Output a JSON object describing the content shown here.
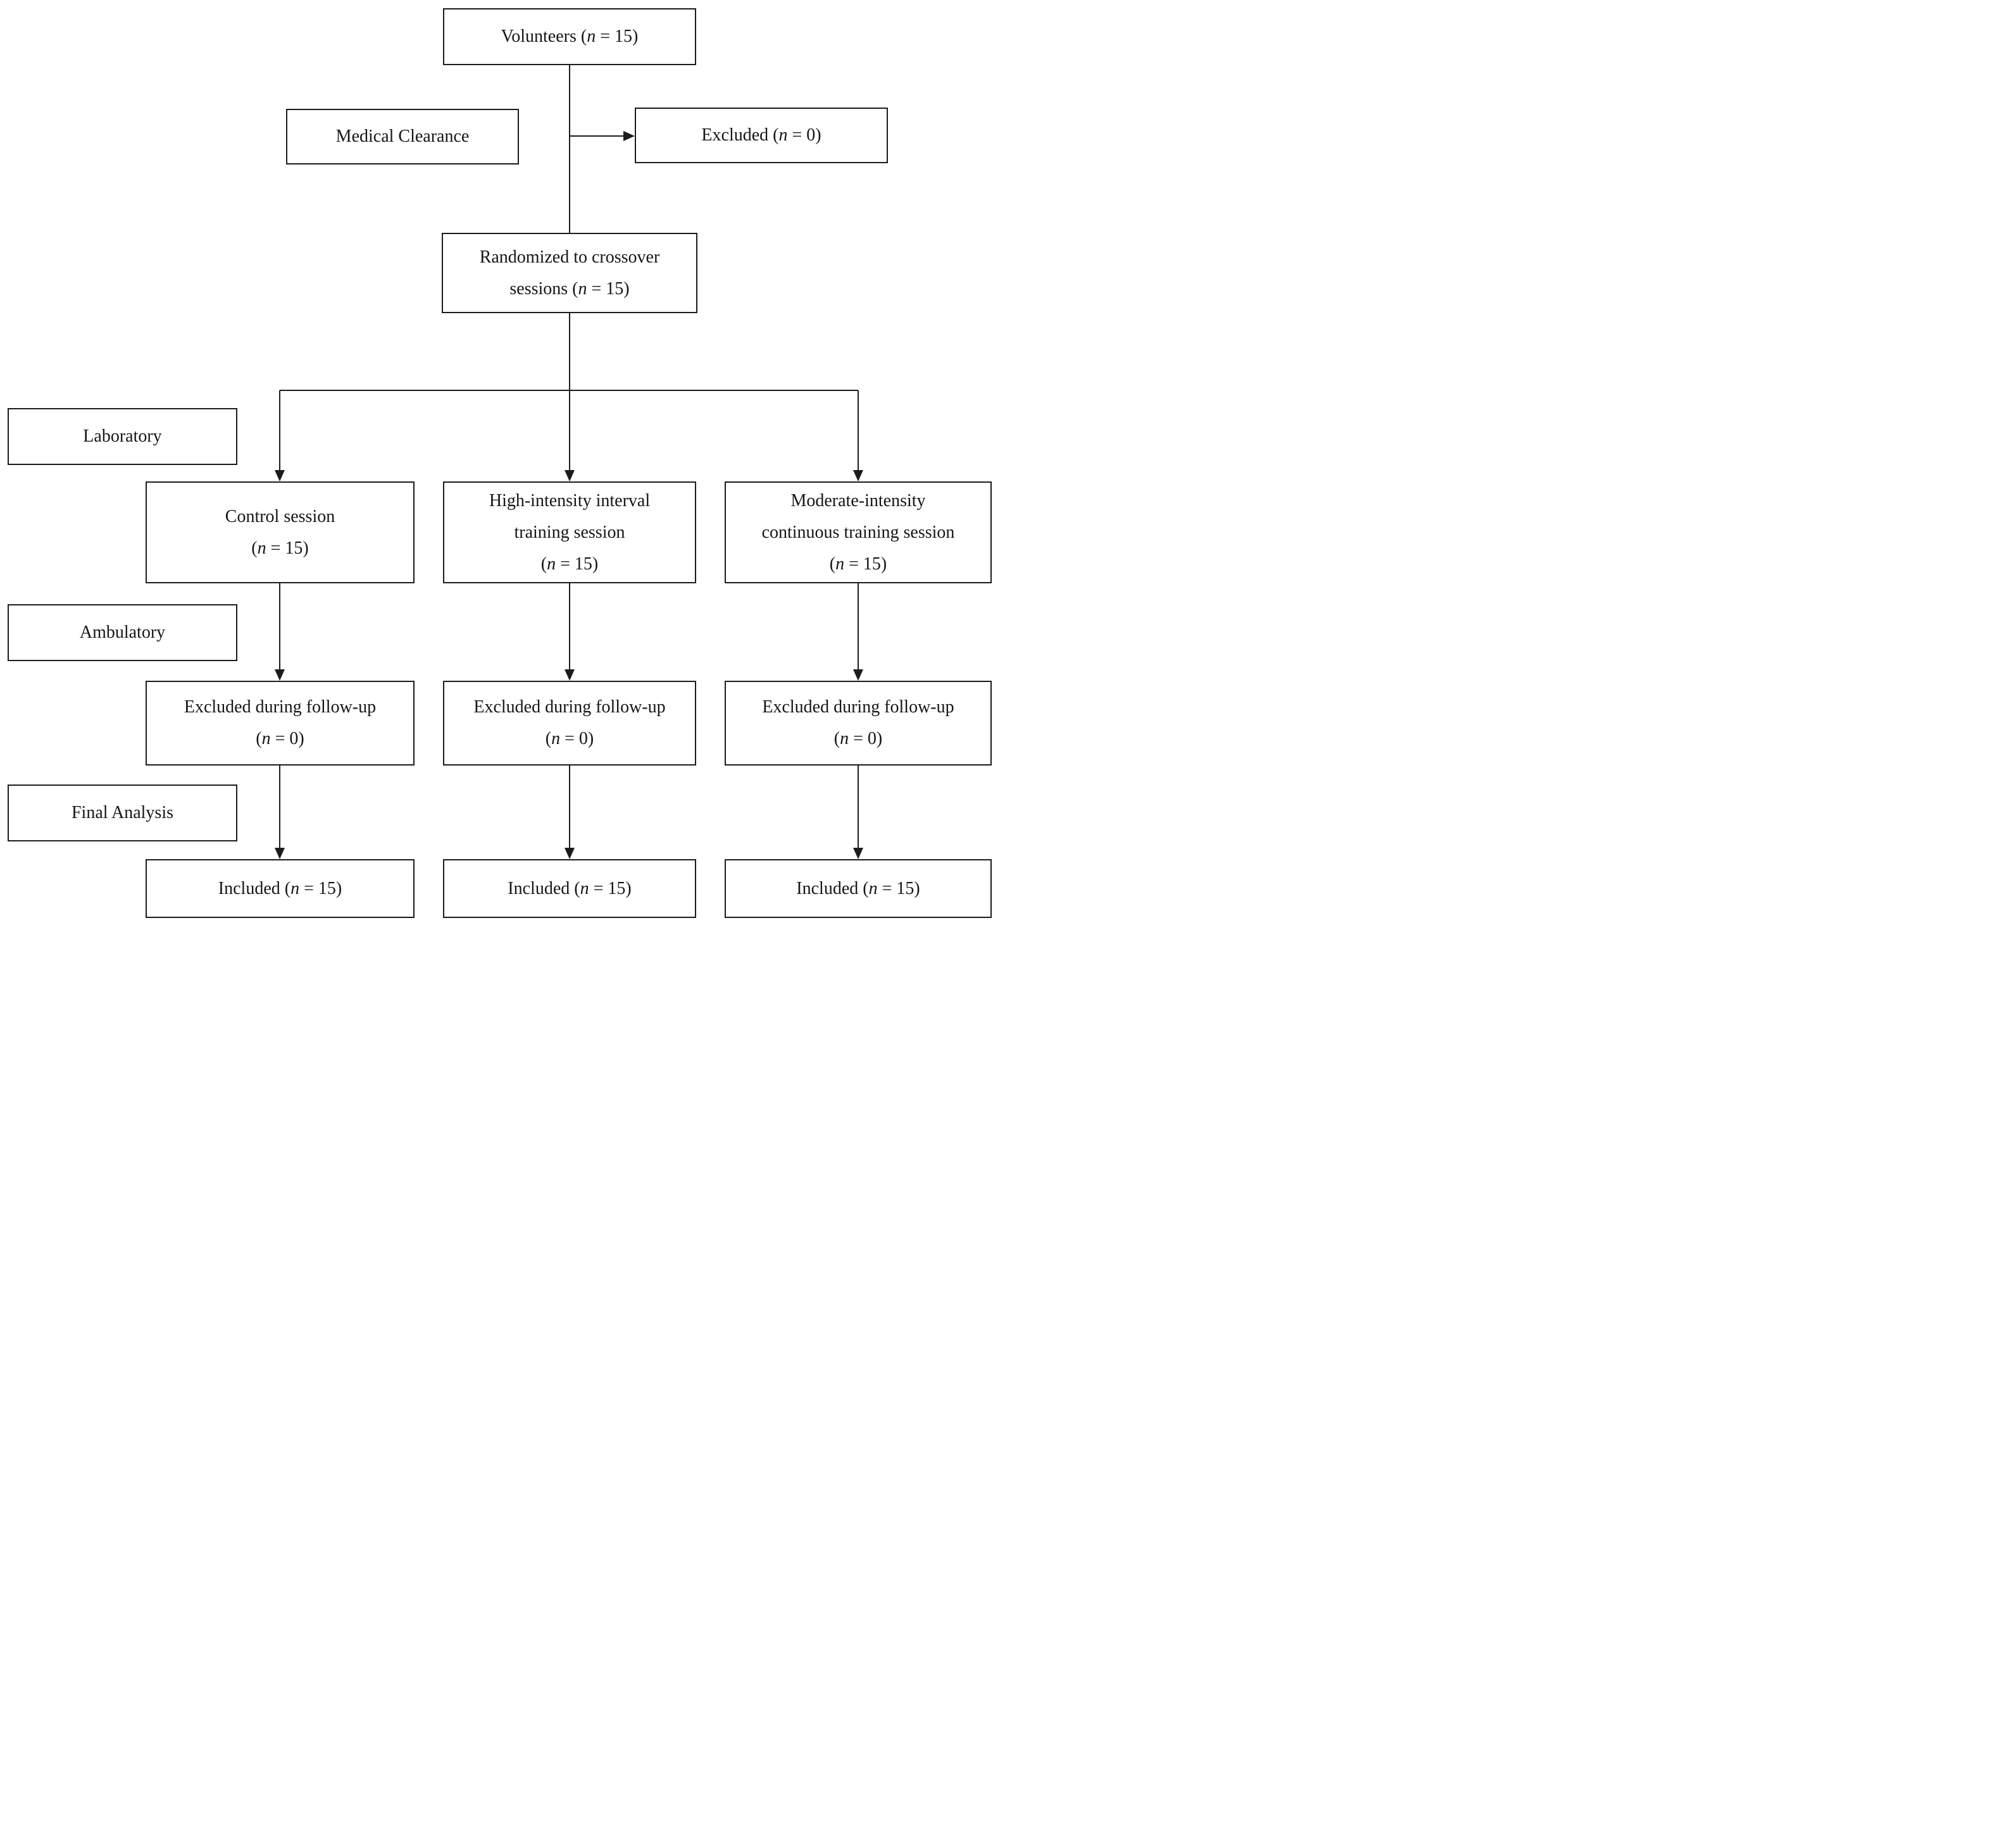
{
  "diagram": {
    "type": "study-flow-diagram",
    "colors": {
      "background": "#ffffff",
      "box_border": "#1c1c1c",
      "line": "#1c1c1c",
      "text": "#161616"
    },
    "nodes": {
      "volunteers": {
        "lines": [
          "Volunteers (n = 15)"
        ]
      },
      "medical_clearance": {
        "lines": [
          "Medical Clearance"
        ]
      },
      "excluded_screening": {
        "lines": [
          "Excluded (n = 0)"
        ]
      },
      "randomized": {
        "lines": [
          "Randomized to crossover",
          "sessions (n = 15)"
        ]
      },
      "control_session": {
        "lines": [
          "Control session",
          "(n = 15)"
        ]
      },
      "hiit_session": {
        "lines": [
          "High-intensity interval",
          "training session",
          "(n = 15)"
        ]
      },
      "mict_session": {
        "lines": [
          "Moderate-intensity",
          "continuous training session",
          "(n = 15)"
        ]
      },
      "excluded_followup_control": {
        "lines": [
          "Excluded during follow-up",
          "(n = 0)"
        ]
      },
      "excluded_followup_hiit": {
        "lines": [
          "Excluded during follow-up",
          "(n = 0)"
        ]
      },
      "excluded_followup_mict": {
        "lines": [
          "Excluded during follow-up",
          "(n = 0)"
        ]
      },
      "included_control": {
        "lines": [
          "Included (n = 15)"
        ]
      },
      "included_hiit": {
        "lines": [
          "Included (n = 15)"
        ]
      },
      "included_mict": {
        "lines": [
          "Included (n = 15)"
        ]
      }
    },
    "stage_labels": {
      "laboratory": {
        "lines": [
          "Laboratory"
        ]
      },
      "ambulatory": {
        "lines": [
          "Ambulatory"
        ]
      },
      "final_analysis": {
        "lines": [
          "Final Analysis"
        ]
      }
    },
    "edges": [
      {
        "from": "volunteers",
        "to": "randomized",
        "arrowhead": false
      },
      {
        "from": "volunteers",
        "to": "excluded_screening",
        "arrowhead": true,
        "branch_at": "medical_clearance"
      },
      {
        "from": "randomized",
        "to": "control_session",
        "arrowhead": true
      },
      {
        "from": "randomized",
        "to": "hiit_session",
        "arrowhead": true
      },
      {
        "from": "randomized",
        "to": "mict_session",
        "arrowhead": true
      },
      {
        "from": "control_session",
        "to": "excluded_followup_control",
        "arrowhead": true
      },
      {
        "from": "hiit_session",
        "to": "excluded_followup_hiit",
        "arrowhead": true
      },
      {
        "from": "mict_session",
        "to": "excluded_followup_mict",
        "arrowhead": true
      },
      {
        "from": "excluded_followup_control",
        "to": "included_control",
        "arrowhead": true
      },
      {
        "from": "excluded_followup_hiit",
        "to": "included_hiit",
        "arrowhead": true
      },
      {
        "from": "excluded_followup_mict",
        "to": "included_mict",
        "arrowhead": true
      }
    ]
  }
}
